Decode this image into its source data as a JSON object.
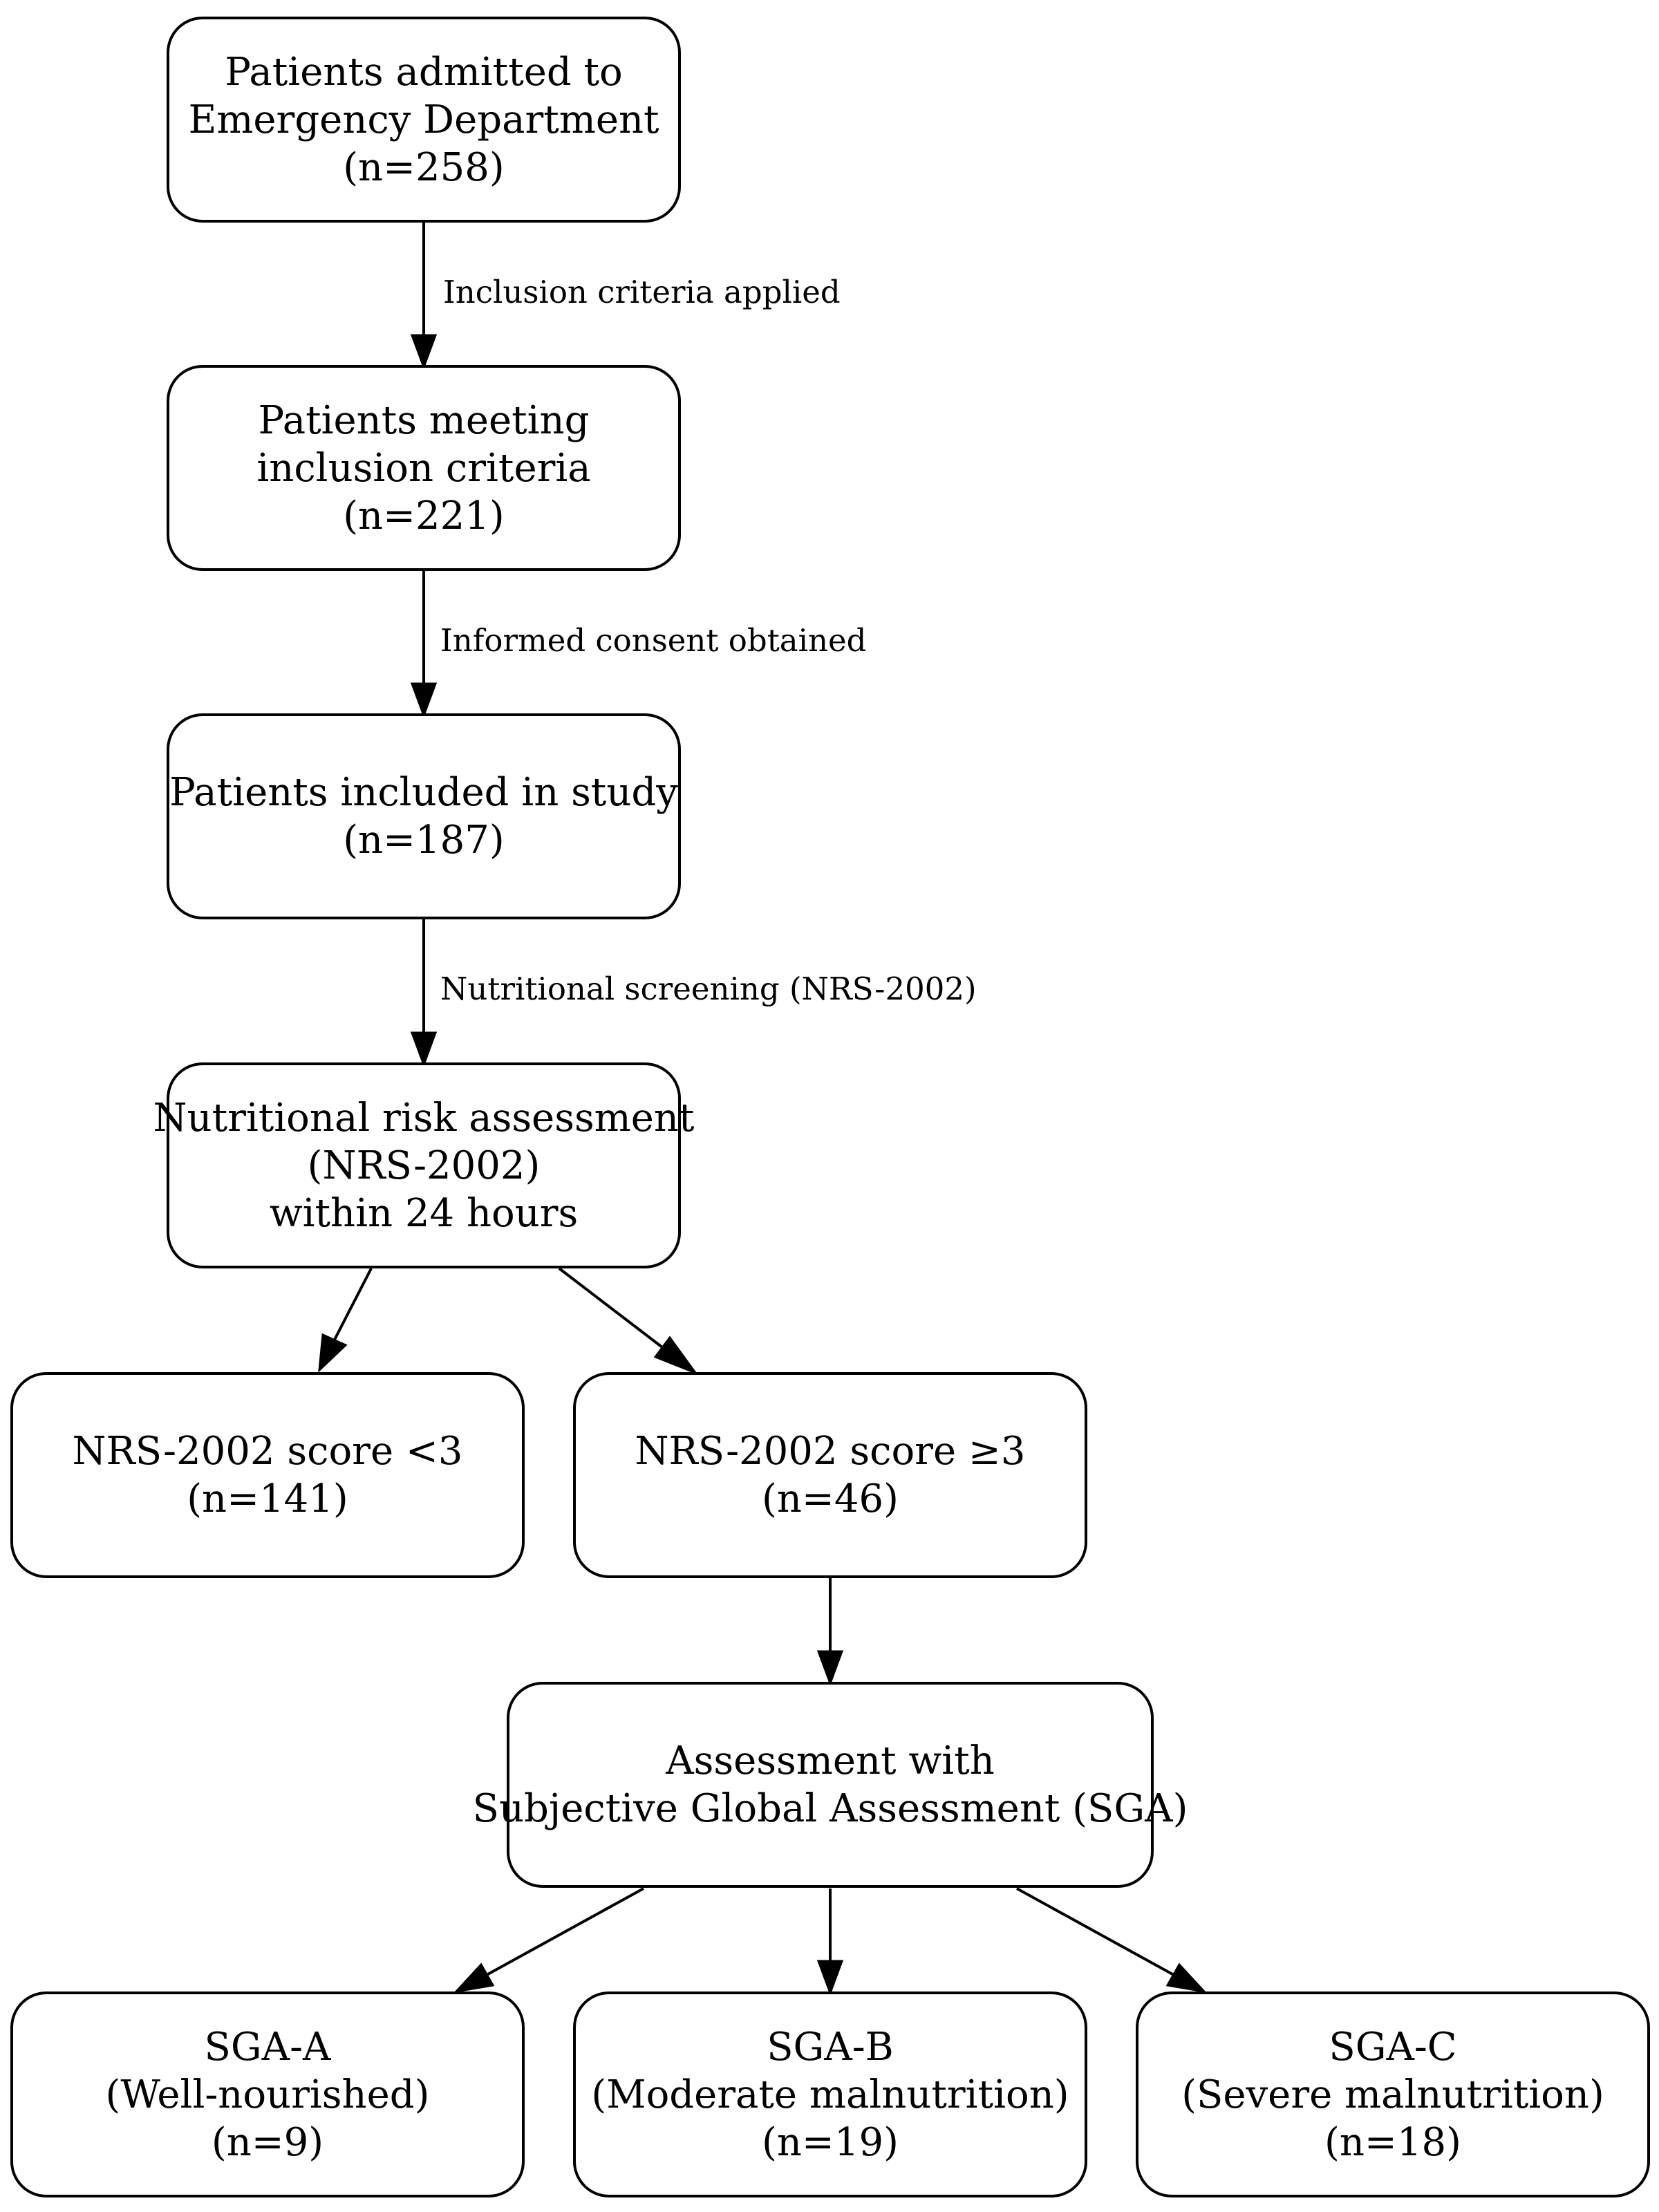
{
  "nodes": {
    "admitted": {
      "lines": [
        "Patients admitted to",
        "Emergency Department",
        "(n=258)"
      ]
    },
    "inclusion": {
      "lines": [
        "Patients meeting",
        "inclusion criteria",
        "(n=221)"
      ]
    },
    "included": {
      "lines": [
        "Patients included in study",
        "(n=187)"
      ]
    },
    "risk": {
      "lines": [
        "Nutritional risk assessment",
        "(NRS-2002)",
        "within 24 hours"
      ]
    },
    "low": {
      "lines": [
        "NRS-2002 score <3",
        "(n=141)"
      ]
    },
    "high": {
      "lines": [
        "NRS-2002 score ≥3",
        "(n=46)"
      ]
    },
    "sga": {
      "lines": [
        "Assessment with",
        "Subjective Global Assessment (SGA)"
      ]
    },
    "sga_a": {
      "lines": [
        "SGA-A",
        "(Well-nourished)",
        "(n=9)"
      ]
    },
    "sga_b": {
      "lines": [
        "SGA-B",
        "(Moderate malnutrition)",
        "(n=19)"
      ]
    },
    "sga_c": {
      "lines": [
        "SGA-C",
        "(Severe malnutrition)",
        "(n=18)"
      ]
    }
  },
  "edge_labels": {
    "inclusion_applied": "Inclusion criteria applied",
    "consent": "Informed consent obtained",
    "screening": "Nutritional screening (NRS-2002)"
  }
}
